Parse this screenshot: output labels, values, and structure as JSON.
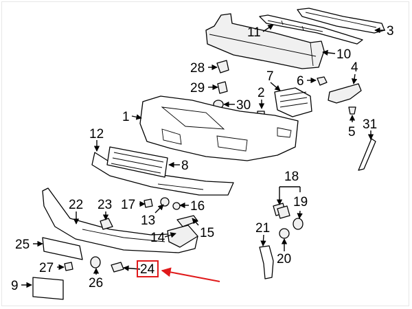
{
  "diagram": {
    "highlight_color": "#e0191a",
    "line_color": "#000000",
    "highlighted_callout": "24",
    "callouts": {
      "c1": "1",
      "c2": "2",
      "c3": "3",
      "c4": "4",
      "c5": "5",
      "c6": "6",
      "c7": "7",
      "c8": "8",
      "c9": "9",
      "c10": "10",
      "c11": "11",
      "c12": "12",
      "c13": "13",
      "c14": "14",
      "c15": "15",
      "c16": "16",
      "c17": "17",
      "c18": "18",
      "c19": "19",
      "c20": "20",
      "c21": "21",
      "c22": "22",
      "c23": "23",
      "c24": "24",
      "c25": "25",
      "c26": "26",
      "c27": "27",
      "c28": "28",
      "c29": "29",
      "c30": "30",
      "c31": "31"
    }
  }
}
